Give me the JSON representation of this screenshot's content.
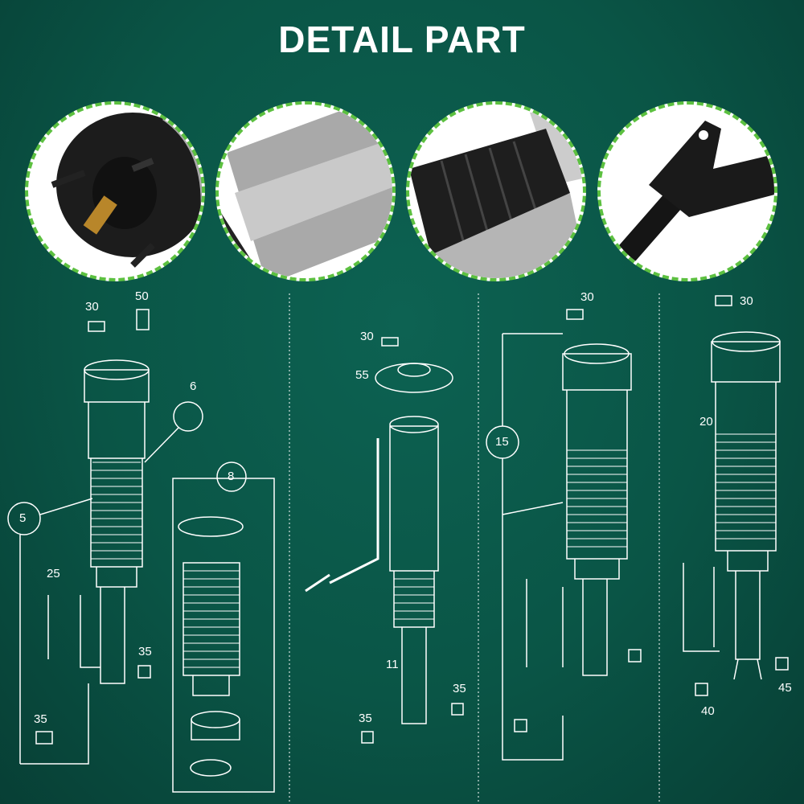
{
  "title": "DETAIL PART",
  "photos": [
    "top-mount",
    "air-bellows",
    "dust-boot",
    "strut-fork"
  ],
  "labels": {
    "p1": {
      "a": "30",
      "b": "50",
      "c": "6",
      "d": "5",
      "e": "8",
      "f": "25",
      "g": "35",
      "h": "35"
    },
    "p2": {
      "a": "30",
      "b": "55",
      "c": "11",
      "d": "35",
      "e": "35"
    },
    "p3": {
      "a": "30",
      "b": "15"
    },
    "p4": {
      "a": "30",
      "b": "20",
      "c": "40",
      "d": "45"
    }
  },
  "colors": {
    "background": "#0a5546",
    "accent": "#5cc040"
  }
}
